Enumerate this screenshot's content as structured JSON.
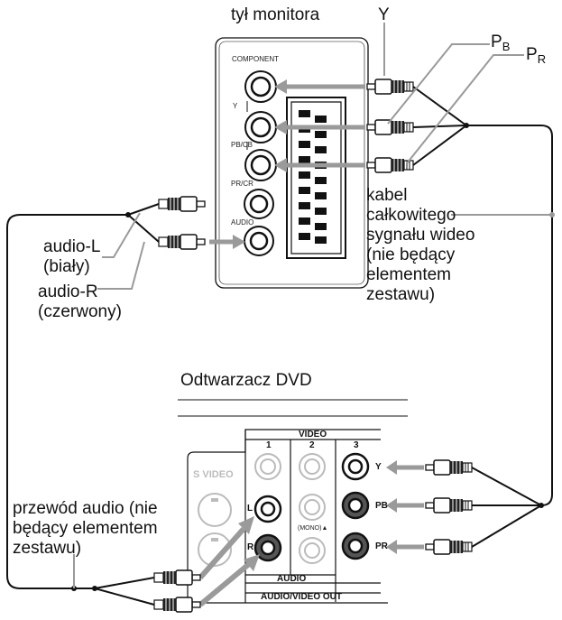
{
  "monitor": {
    "title": "tył monitora",
    "panel_label": "COMPONENT",
    "jack_y": "Y",
    "jack_pb": "PB/CB",
    "jack_pr": "PR/CR",
    "jack_audio": "AUDIO"
  },
  "signal_labels": {
    "y": "Y",
    "pb_main": "P",
    "pb_sub": "B",
    "pr_main": "P",
    "pr_sub": "R"
  },
  "video_cable_label": [
    "kabel",
    "całkowitego",
    "sygnału wideo",
    "(nie będący",
    "elementem",
    "zestawu)"
  ],
  "audio_l_label": [
    "audio-L",
    "(biały)"
  ],
  "audio_r_label": [
    "audio-R",
    "(czerwony)"
  ],
  "dvd": {
    "title": "Odtwarzacz DVD",
    "video_header": "VIDEO",
    "col1": "1",
    "col2": "2",
    "col3": "3",
    "s_video": "S VIDEO",
    "jack_y": "Y",
    "jack_pb": "PB",
    "jack_pr": "PR",
    "jack_l": "L",
    "jack_r": "R",
    "mono": "(MONO)▲",
    "audio_label": "AUDIO",
    "out_label": "AUDIO/VIDEO OUT"
  },
  "audio_cable_label": [
    "przewód audio (nie",
    "będący elementem",
    "zestawu)"
  ],
  "colors": {
    "line": "#111111",
    "cable_gray": "#8c8c8c",
    "arrow": "#9a9a9a",
    "muted": "#bbbbbb"
  }
}
